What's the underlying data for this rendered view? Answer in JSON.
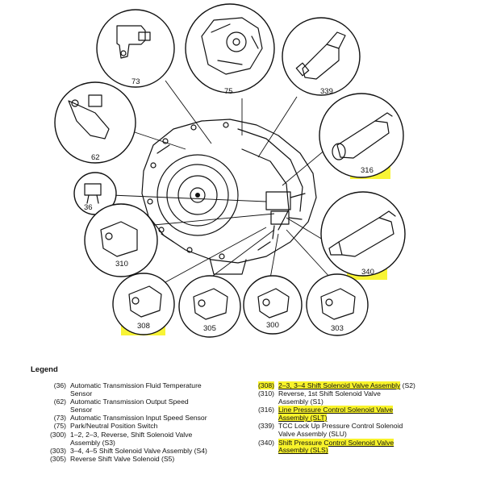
{
  "callouts": {
    "c73": "73",
    "c75": "75",
    "c339": "339",
    "c62": "62",
    "c316": "316",
    "c36": "36",
    "c310": "310",
    "c340": "340",
    "c308": "308",
    "c305": "305",
    "c300": "300",
    "c303": "303"
  },
  "highlight_color": "#f8f32b",
  "legend": {
    "title": "Legend",
    "left": [
      {
        "code": "(36)",
        "lines": [
          "Automatic Transmission Fluid Temperature",
          "Sensor"
        ]
      },
      {
        "code": "(62)",
        "lines": [
          "Automatic Transmission Output Speed",
          "Sensor"
        ]
      },
      {
        "code": "(73)",
        "lines": [
          "Automatic Transmission Input Speed Sensor"
        ]
      },
      {
        "code": "(75)",
        "lines": [
          "Park/Neutral Position Switch"
        ]
      },
      {
        "code": "(300)",
        "lines": [
          "1–2, 2–3, Reverse, Shift Solenoid Valve",
          "Assembly (S3)"
        ]
      },
      {
        "code": "(303)",
        "lines": [
          "3–4, 4–5 Shift Solenoid Valve Assembly (S4)"
        ]
      },
      {
        "code": "(305)",
        "lines": [
          "Reverse Shift Valve Solenoid (S5)"
        ]
      }
    ],
    "right": [
      {
        "code": "(308)",
        "highlight": true,
        "main": "2–3, 3–4 Shift Solenoid Valve Assembly",
        "suffix": " (S2)"
      },
      {
        "code": "(310)",
        "lines": [
          "Reverse, 1st Shift Solenoid Valve",
          "Assembly (S1)"
        ]
      },
      {
        "code": "(316)",
        "highlight": true,
        "main": "Line Pressure Control Solenoid Valve",
        "main2": "Assembly (SLT)"
      },
      {
        "code": "(339)",
        "lines": [
          "TCC Lock Up Pressure Control Solenoid",
          "Valve Assembly (SLU)"
        ]
      },
      {
        "code": "(340)",
        "highlight": true,
        "main": "Shift Pressure Control Solenoid Valve",
        "main2": "Assembly (SLS)"
      }
    ]
  }
}
